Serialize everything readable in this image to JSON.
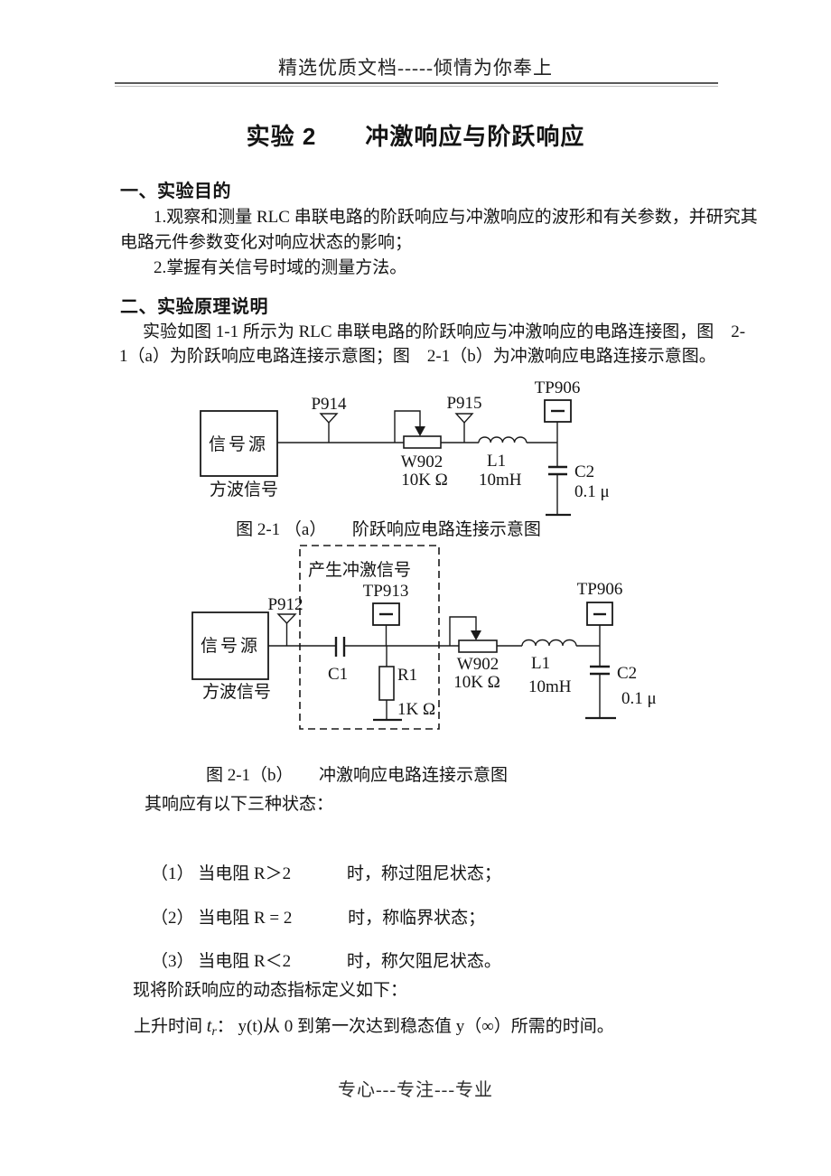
{
  "page": {
    "header": "精选优质文档-----倾情为你奉上",
    "title": "实验 2　　冲激响应与阶跃响应",
    "footer": "专心---专注---专业"
  },
  "section1": {
    "heading": "一、实验目的",
    "line1": "1.观察和测量 RLC 串联电路的阶跃响应与冲激响应的波形和有关参数，并研究其",
    "line2": "电路元件参数变化对响应状态的影响；",
    "line3": "2.掌握有关信号时域的测量方法。"
  },
  "section2": {
    "heading": "二、实验原理说明",
    "line1": "实验如图 1-1 所示为 RLC 串联电路的阶跃响应与冲激响应的电路连接图，图　2-",
    "line2": "1（a）为阶跃响应电路连接示意图；图　2-1（b）为冲激响应电路连接示意图。"
  },
  "circuit_a": {
    "source_label": "信号源",
    "source_sublabel": "方波信号",
    "p914": "P914",
    "p915": "P915",
    "pot_name": "W902",
    "pot_value": "10K Ω",
    "inductor_name": "L1",
    "inductor_value": "10mH",
    "tp906": "TP906",
    "cap_name": "C2",
    "cap_value": "0.1 μ",
    "caption": "图 2-1 （a）　　阶跃响应电路连接示意图"
  },
  "circuit_b": {
    "dashed_box_label": "产生冲激信号",
    "source_label": "信号源",
    "source_sublabel": "方波信号",
    "p912": "P912",
    "tp913": "TP913",
    "c1_name": "C1",
    "r1_name": "R1",
    "r1_value": "1K Ω",
    "pot_name": "W902",
    "pot_value": "10K Ω",
    "inductor_name": "L1",
    "inductor_value": "10mH",
    "tp906": "TP906",
    "cap_name": "C2",
    "cap_value": "0.1 μ",
    "caption": "图 2-1（b）　　冲激响应电路连接示意图"
  },
  "states": {
    "intro": "其响应有以下三种状态：",
    "item1": "（1） 当电阻 R＞2　　　 时，称过阻尼状态；",
    "item2": "（2） 当电阻 R = 2　　　 时，称临界状态；",
    "item3": "（3） 当电阻 R＜2　　　 时，称欠阻尼状态。",
    "outro": "现将阶跃响应的动态指标定义如下："
  },
  "definition": {
    "prefix": "上升时间 ",
    "symbol": "t",
    "symbol_sub": "r",
    "text": "： y(t)从 0 到第一次达到稳态值 y（∞）所需的时间。"
  }
}
